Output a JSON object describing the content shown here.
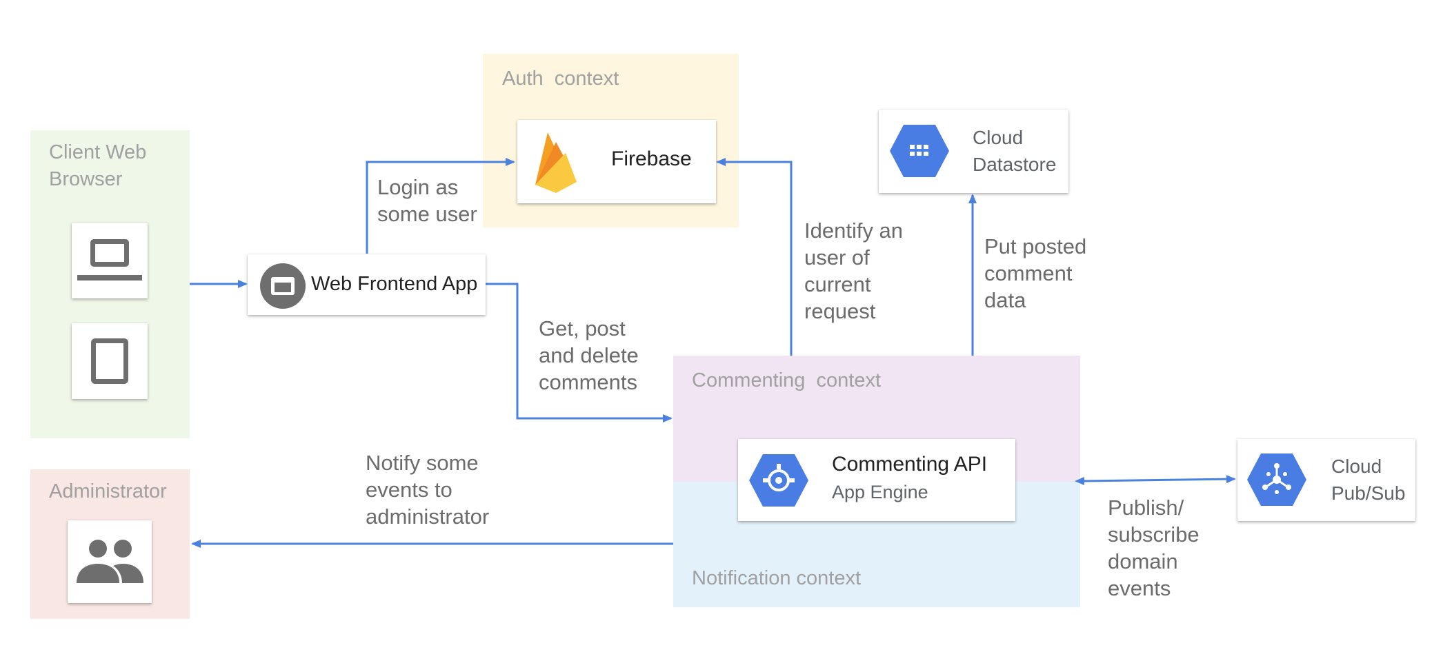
{
  "colors": {
    "arrow": "#4a80e0",
    "client_zone": "#eff7e8",
    "admin_zone": "#f9e7e4",
    "auth_zone": "#fff6df",
    "commenting_zone": "#f1e5f3",
    "notification_zone": "#e3f1fb",
    "gcp_hex": "#4a7de3",
    "firebase_orange": "#f59f22",
    "firebase_yellow": "#fbc93f"
  },
  "zones": {
    "client": {
      "title": "Client Web\nBrowser"
    },
    "admin": {
      "title": "Administrator"
    },
    "auth": {
      "title": "Auth  context"
    },
    "commenting": {
      "title": "Commenting  context"
    },
    "notification": {
      "title": "Notification context"
    }
  },
  "nodes": {
    "laptop": {
      "icon": "laptop-icon"
    },
    "tablet": {
      "icon": "tablet-icon"
    },
    "admin_users": {
      "icon": "people-icon"
    },
    "web_frontend": {
      "label": "Web Frontend App",
      "icon": "web-app-icon"
    },
    "firebase": {
      "label": "Firebase",
      "icon": "firebase-icon"
    },
    "datastore": {
      "label": "Cloud\nDatastore",
      "icon": "datastore-icon"
    },
    "commenting_api": {
      "label": "Commenting API",
      "sublabel": "App Engine",
      "icon": "app-engine-icon"
    },
    "pubsub": {
      "label": "Cloud\nPub/Sub",
      "icon": "pubsub-icon"
    }
  },
  "edges": {
    "login": "Login as\nsome user",
    "get_post_delete": "Get, post\nand delete\ncomments",
    "identify_user": "Identify an\nuser of\ncurrent\nrequest",
    "put_comment": "Put posted\ncomment\ndata",
    "notify_admin": "Notify some\nevents to\nadministrator",
    "publish_subscribe": "Publish/\nsubscribe\ndomain\nevents"
  }
}
